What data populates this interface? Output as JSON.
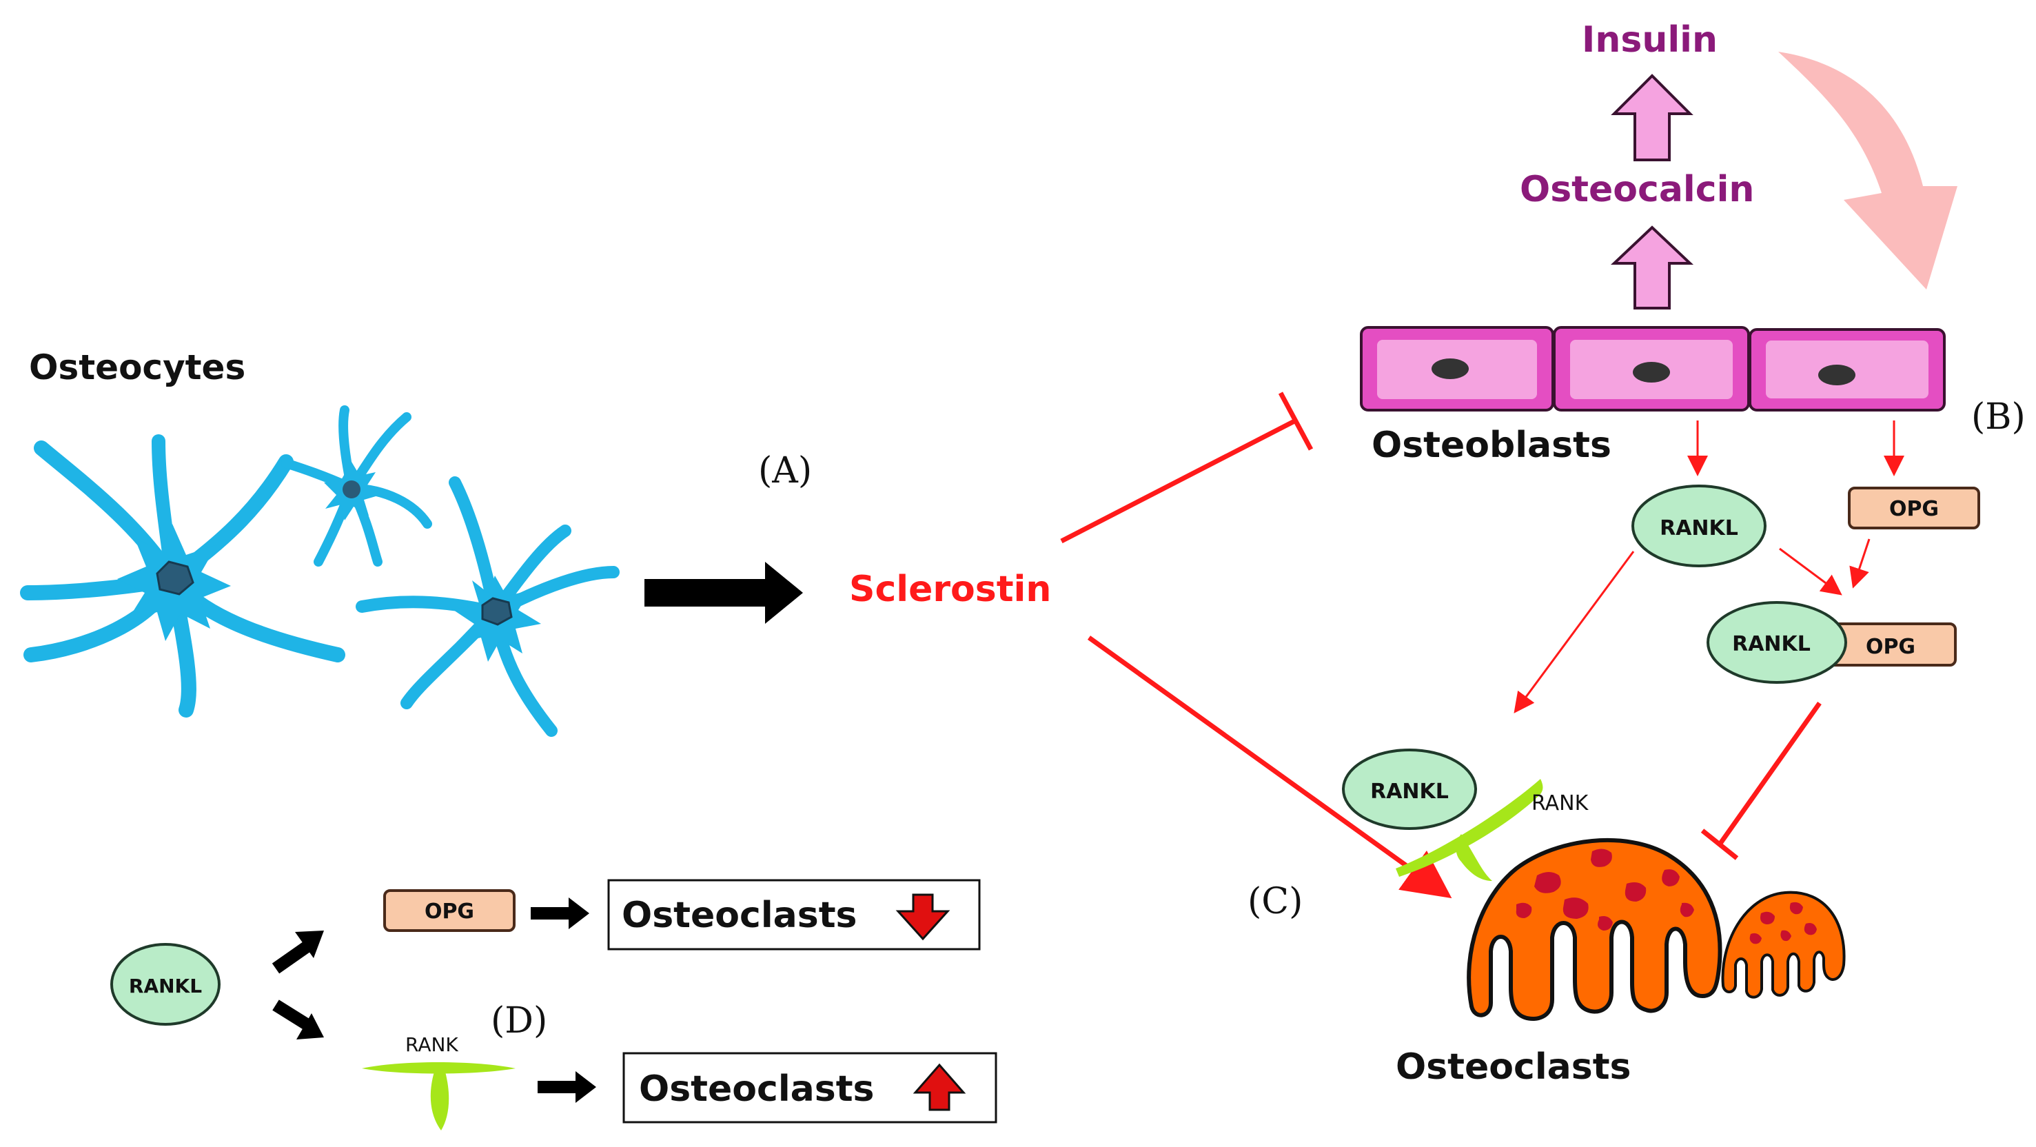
{
  "labels": {
    "osteocytes": "Osteocytes",
    "sclerostin": "Sclerostin",
    "osteoblasts": "Osteoblasts",
    "osteoclasts": "Osteoclasts",
    "osteocalcin": "Osteocalcin",
    "insulin": "Insulin",
    "panel_a": "(A)",
    "panel_b": "(B)",
    "panel_c": "(C)",
    "panel_d": "(D)",
    "rankl": "RANKL",
    "opg": "OPG",
    "rank": "RANK"
  },
  "legend": {
    "rankl": "RANKL",
    "opg": "OPG",
    "rank": "RANK",
    "outcome_down": "Osteoclasts",
    "outcome_up": "Osteoclasts"
  },
  "colors": {
    "sclerostin": "#ff1a1a",
    "purple_text": "#8b1a7a",
    "osteocyte": "#1fb4e6",
    "osteoblast": "#f07ed6",
    "osteoclast": "#ff6a00",
    "rankl_fill": "#b9ecc8",
    "opg_fill": "#f9c9a8",
    "rank_fill": "#a6e61a",
    "insulin_arrow": "#fbbcbc"
  }
}
